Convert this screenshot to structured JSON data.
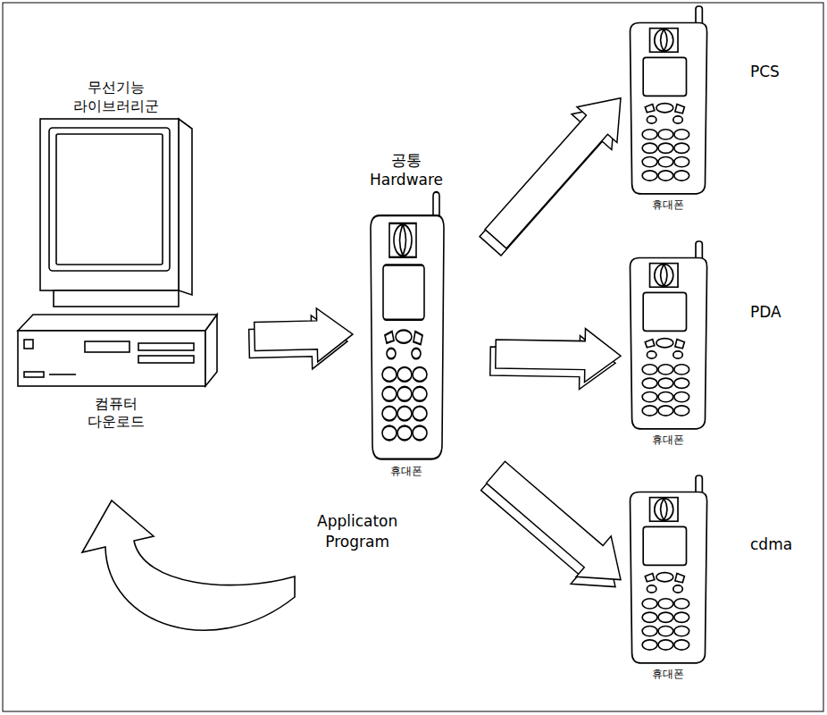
{
  "diagram": {
    "nodes": [
      {
        "text": [
          "무선기능 라이브러리군",
          "컴퓨터 다운로드"
        ]
      },
      {
        "text": [
          "공통 Hardware",
          "휴대폰"
        ]
      },
      {
        "text": [
          "휴대폰",
          "PCS"
        ]
      },
      {
        "text": [
          "휴대폰",
          "PDA"
        ]
      },
      {
        "text": [
          "휴대폰",
          "cdma"
        ]
      }
    ],
    "edges": [
      {
        "from": 0,
        "to": 1,
        "arrow": "to"
      },
      {
        "from": 1,
        "to": 2,
        "arrow": "to"
      },
      {
        "from": 1,
        "to": 3,
        "arrow": "to"
      },
      {
        "from": 1,
        "to": 4,
        "arrow": "to"
      }
    ],
    "labels": [
      "Applicaton Program"
    ]
  }
}
